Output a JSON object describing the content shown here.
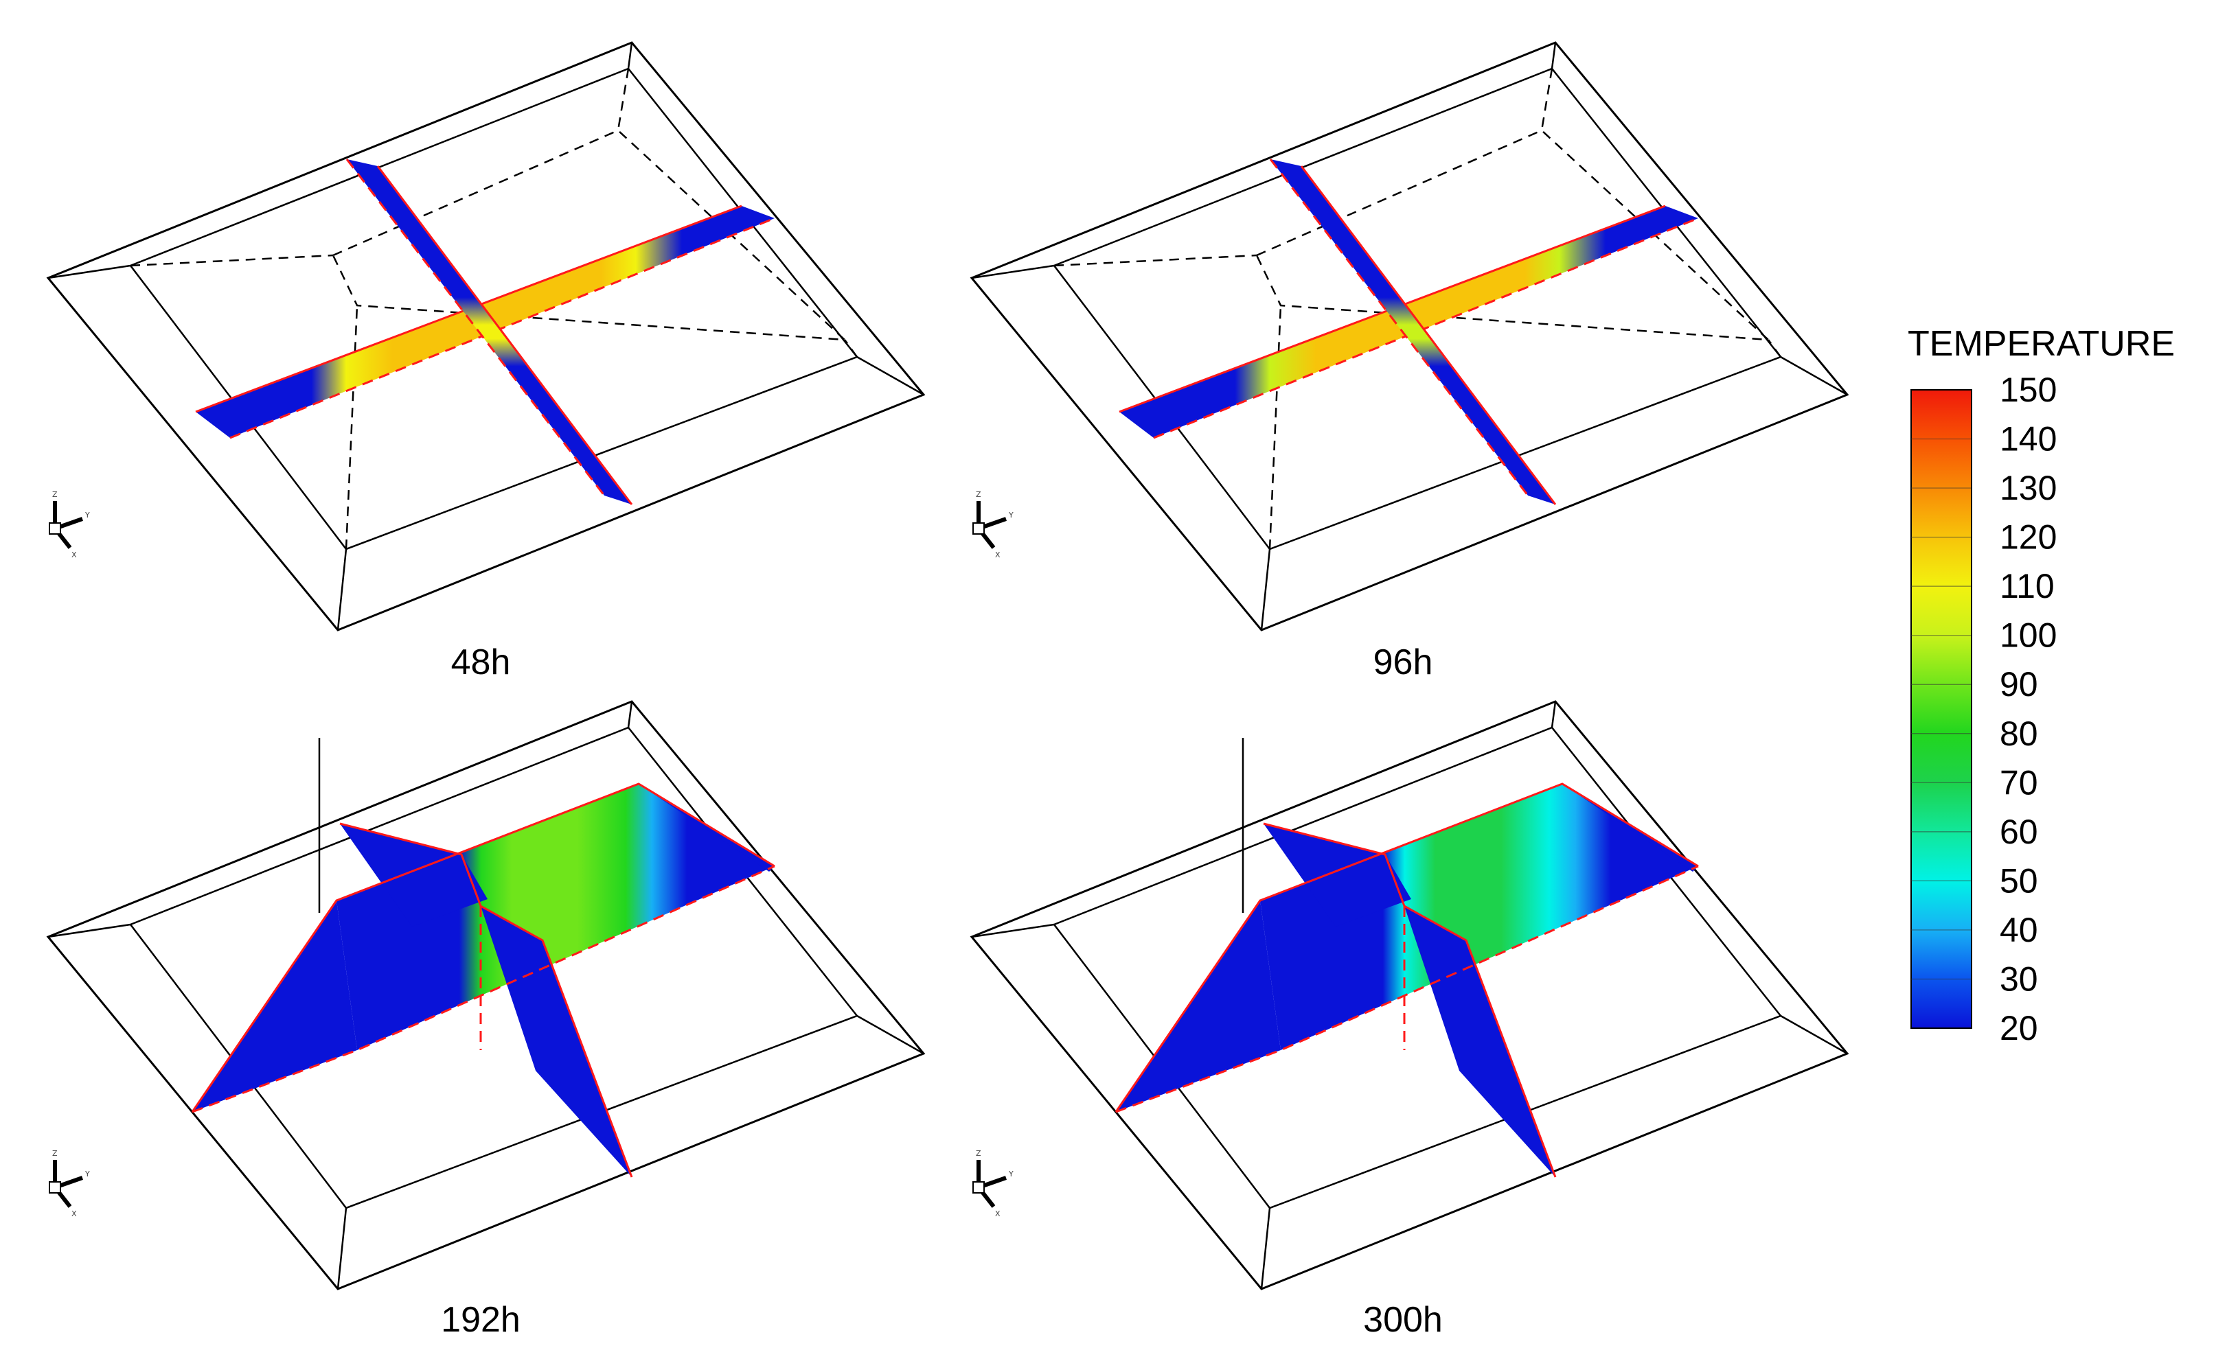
{
  "panels": [
    {
      "label": "48h",
      "id": "48h",
      "peak_temperature": 120,
      "roof_raised": false
    },
    {
      "label": "96h",
      "id": "96h",
      "peak_temperature": 115,
      "roof_raised": false
    },
    {
      "label": "192h",
      "id": "192h",
      "peak_temperature": 95,
      "roof_raised": true
    },
    {
      "label": "300h",
      "id": "300h",
      "peak_temperature": 65,
      "roof_raised": true
    }
  ],
  "legend": {
    "title": "TEMPERATURE",
    "ticks": [
      "150",
      "140",
      "130",
      "120",
      "110",
      "100",
      "90",
      "80",
      "70",
      "60",
      "50",
      "40",
      "30",
      "20"
    ],
    "min": 20,
    "max": 150,
    "colors": [
      "#0a13d8",
      "#0b55ee",
      "#17b0f5",
      "#00f2e6",
      "#11e79a",
      "#1dd24c",
      "#22d61e",
      "#6fe51b",
      "#c8f21b",
      "#f2f20f",
      "#f7c40a",
      "#f88a06",
      "#f75204",
      "#f01a0a"
    ]
  },
  "axis_triad": {
    "x": "X",
    "y": "Y",
    "z": "Z"
  },
  "colors": {
    "frame": "#000000",
    "edge_red": "#ff1a1a",
    "cold_blue": "#0a13d8"
  }
}
